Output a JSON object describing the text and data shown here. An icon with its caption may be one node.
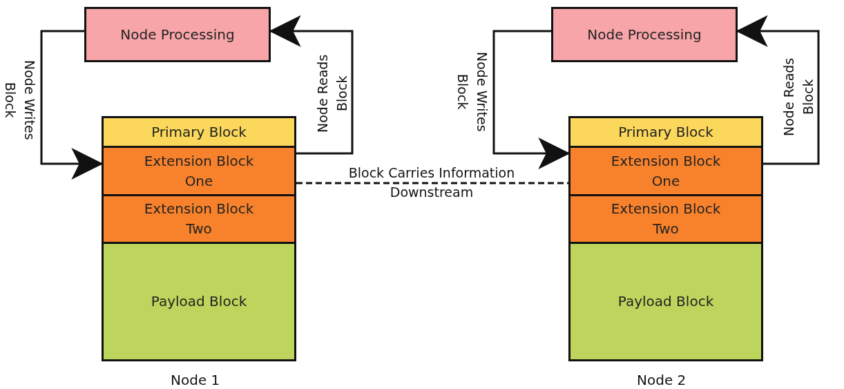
{
  "diagram": {
    "nodes": [
      {
        "text": [
          "Node Processing"
        ]
      },
      {
        "text": [
          "Primary Block"
        ]
      },
      {
        "text": [
          "Extension Block One"
        ]
      },
      {
        "text": [
          "Extension Block Two"
        ]
      },
      {
        "text": [
          "Payload Block"
        ]
      },
      {
        "text": [
          "Node Processing"
        ]
      },
      {
        "text": [
          "Primary Block"
        ]
      },
      {
        "text": [
          "Extension Block One"
        ]
      },
      {
        "text": [
          "Extension Block Two"
        ]
      },
      {
        "text": [
          "Payload Block"
        ]
      }
    ],
    "edges": [
      {
        "from": 0,
        "to": 2,
        "arrow": "to",
        "label": "Node Writes Block"
      },
      {
        "from": 2,
        "to": 0,
        "arrow": "to",
        "label": "Node Reads Block"
      },
      {
        "from": 2,
        "to": 7,
        "arrow": "none",
        "style": "dashed",
        "label": "Block Carries Information Downstream"
      },
      {
        "from": 5,
        "to": 7,
        "arrow": "to",
        "label": "Node Writes Block"
      },
      {
        "from": 7,
        "to": 5,
        "arrow": "to",
        "label": "Node Reads Block"
      }
    ],
    "labels": [
      "Node 1",
      "Node 2"
    ]
  }
}
